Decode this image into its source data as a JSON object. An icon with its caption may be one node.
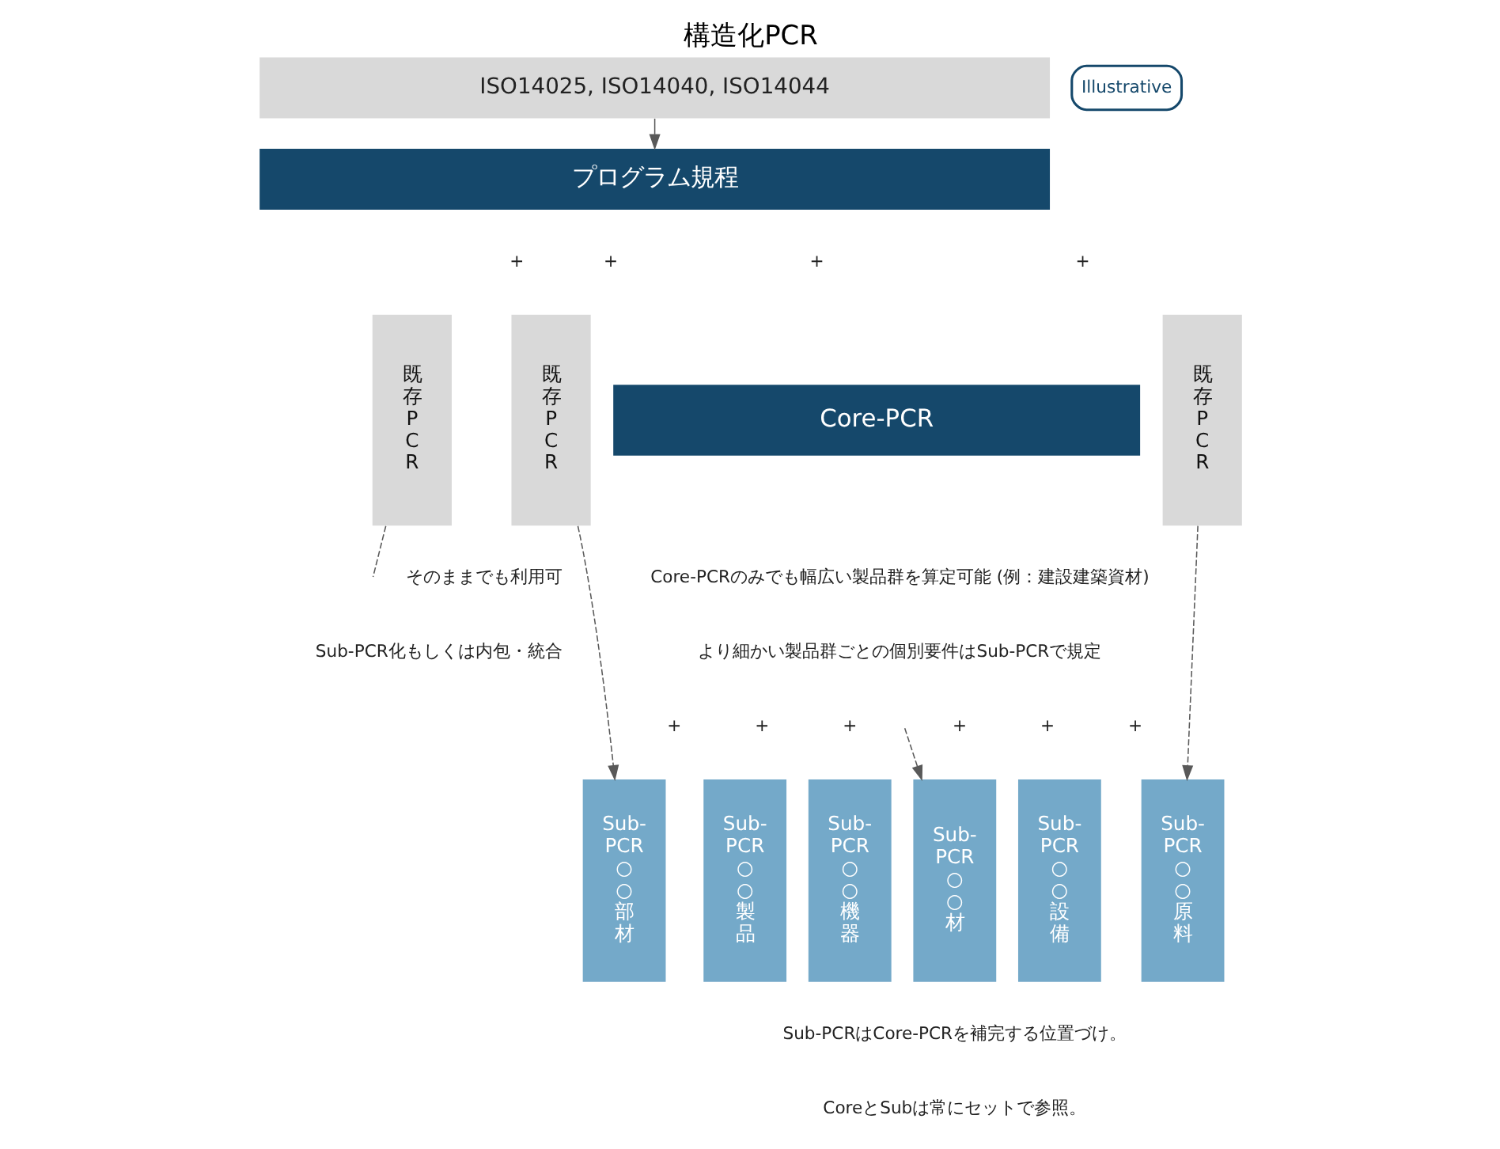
{
  "diagram": {
    "title": "構造化PCR",
    "nodes": [
      {
        "text": [
          "ISO14025, ISO14040, ISO14044"
        ]
      },
      {
        "text": [
          "プログラム規程"
        ]
      },
      {
        "text": [
          "既存PCR"
        ]
      },
      {
        "text": [
          "既存PCR"
        ]
      },
      {
        "text": [
          "既存PCR"
        ]
      },
      {
        "text": [
          "Core-PCR"
        ]
      },
      {
        "text": [
          "Sub-PCR",
          "○○原料"
        ]
      },
      {
        "text": [
          "Sub-PCR",
          "○○部材"
        ]
      },
      {
        "text": [
          "Sub-PCR",
          "○○材"
        ]
      },
      {
        "text": [
          "Sub-PCR",
          "○○製品"
        ]
      },
      {
        "text": [
          "Sub-PCR",
          "○○機器"
        ]
      },
      {
        "text": [
          "Sub-PCR",
          "○○設備"
        ]
      }
    ],
    "edges": [
      {
        "from": 0,
        "to": 1,
        "arrow": "to"
      },
      {
        "from": 4,
        "to": 6,
        "arrow": "to",
        "style": "dashed"
      },
      {
        "from": 3,
        "to": 7,
        "arrow": "to",
        "style": "dashed"
      },
      {
        "from": 2,
        "to": null,
        "arrow": "none",
        "style": "dashed"
      },
      {
        "from": null,
        "to": 8,
        "arrow": "to",
        "style": "dashed"
      }
    ],
    "labels": [
      "Illustrative",
      "+",
      "+",
      "+",
      "+",
      "Core-PCRのみでも幅広い製品群を算定可能 (例：建設建築資材)",
      "より細かい製品群ごとの個別要件はSub-PCRで規定",
      "+",
      "+",
      "+",
      "+",
      "+",
      "+",
      "そのままでも利用可",
      "Sub-PCR化もしくは内包・統合",
      "Sub-PCRはCore-PCRを補完する位置づけ。",
      "CoreとSubは常にセットで参照。"
    ]
  }
}
